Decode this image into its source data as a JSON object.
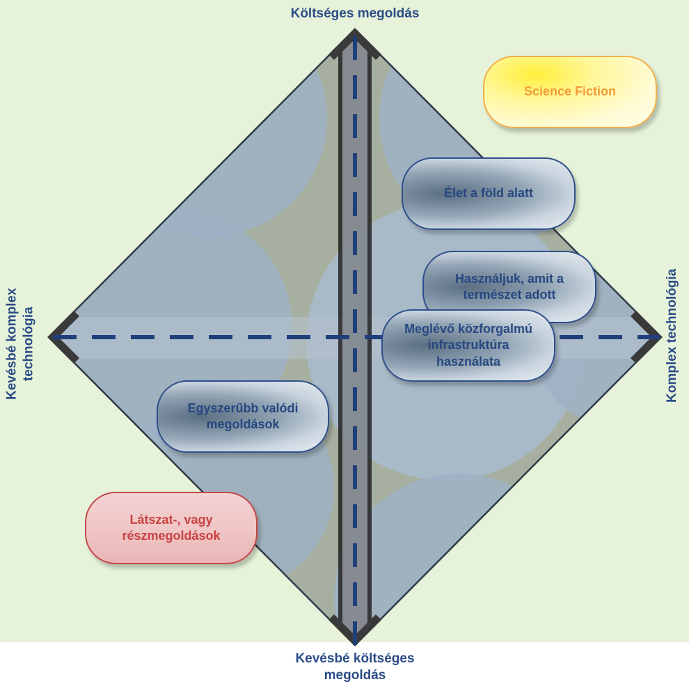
{
  "axes": {
    "top": "Költséges megoldás",
    "bottom": "Kevésbé költséges megoldás",
    "left": "Kevésbé komplex technológia",
    "right": "Komplex technológia"
  },
  "items": {
    "science_fiction": "Science Fiction",
    "elet_a_fold_alatt": "Élet a föld alatt",
    "hasznaljuk": "Használjuk, amit a természet adott",
    "meglevo": "Meglévő közforgalmú infrastruktúra használata",
    "egyszerubb": "Egyszerűbb valódi megoldások",
    "latszat": "Látszat-, vagy részmegoldások"
  },
  "colors": {
    "background": "#e6f3da",
    "axis_text": "#2b4c86",
    "dashed_axis": "#1f3f7a",
    "diamond_fill": "#a2b4c6",
    "diamond_edge": "#2e3a46",
    "sf_text": "#f39a3a",
    "warning_text": "#c94242"
  }
}
